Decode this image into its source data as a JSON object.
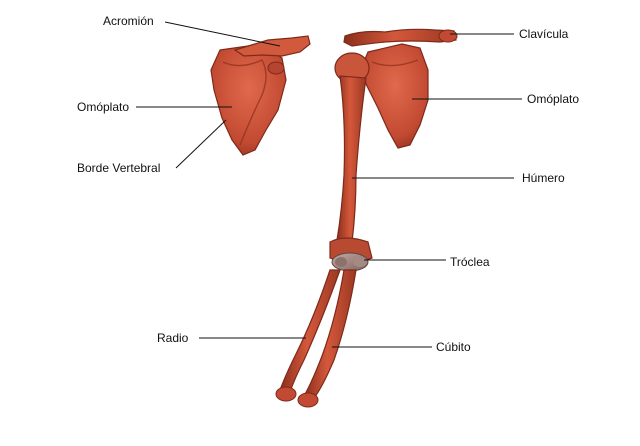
{
  "labels": {
    "acromion": "Acromión",
    "omoplato_left": "Omóplato",
    "borde_vertebral": "Borde Vertebral",
    "clavicula": "Clavícula",
    "omoplato_right": "Omóplato",
    "humero": "Húmero",
    "troclea": "Tróclea",
    "radio": "Radio",
    "cubito": "Cúbito"
  },
  "colors": {
    "bone": "#c24a32",
    "bone_dark": "#7e2a1a",
    "bone_light": "#e27a5c",
    "joint": "#9a7d78",
    "leader": "#111111",
    "background": "#ffffff"
  }
}
